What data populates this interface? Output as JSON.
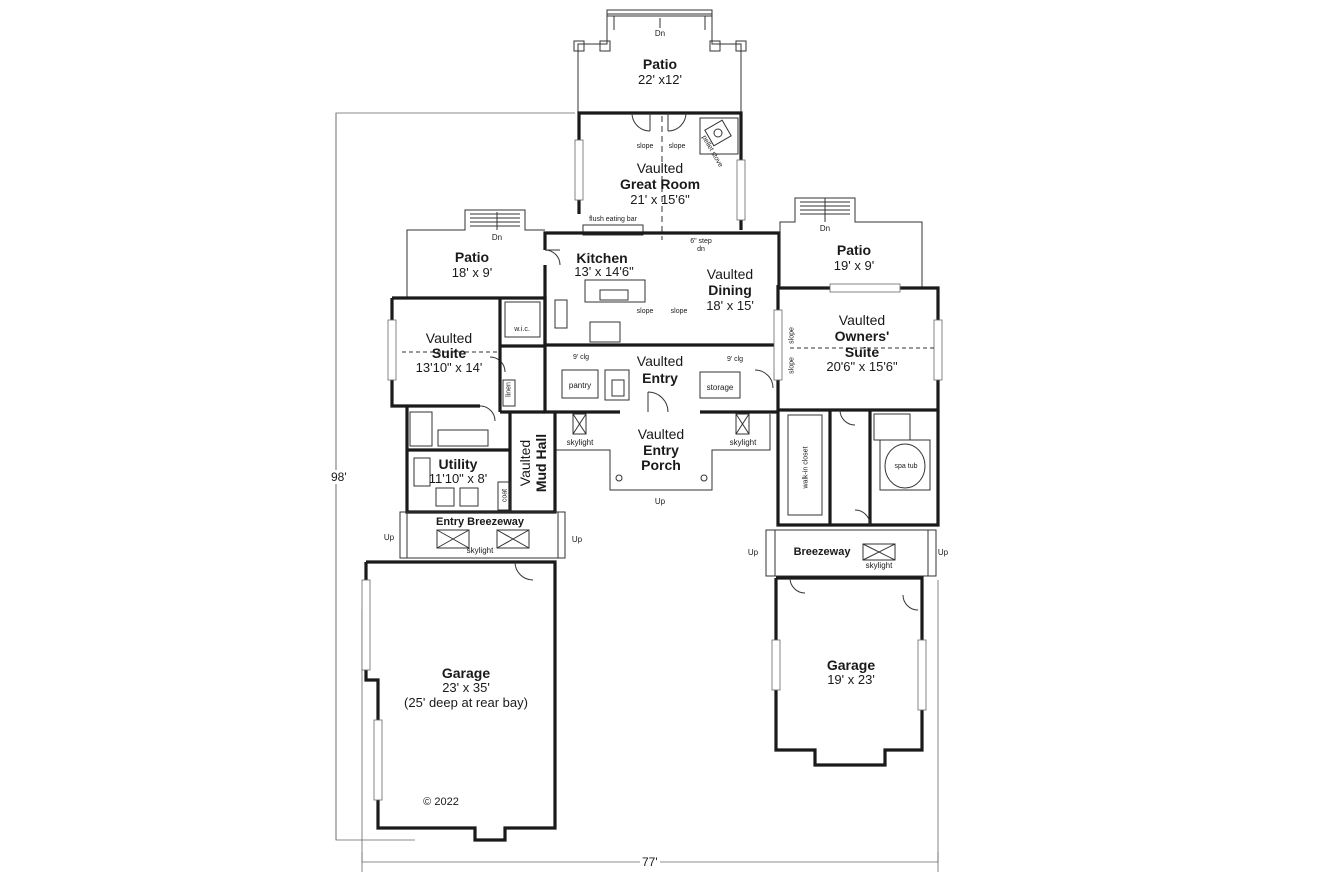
{
  "plan": {
    "overall_depth": "98'",
    "overall_width": "77'",
    "copyright": "© 2022",
    "rooms": {
      "rear_patio": {
        "title": "Patio",
        "dims": "22' x12'"
      },
      "great_room": {
        "prefix": "Vaulted",
        "title": "Great Room",
        "dims": "21' x 15'6\""
      },
      "left_patio": {
        "title": "Patio",
        "dims": "18' x 9'"
      },
      "kitchen": {
        "title": "Kitchen",
        "dims": "13' x 14'6\""
      },
      "dining": {
        "prefix": "Vaulted",
        "title": "Dining",
        "dims": "18' x 15'"
      },
      "right_patio": {
        "title": "Patio",
        "dims": "19' x 9'"
      },
      "suite": {
        "prefix": "Vaulted",
        "title": "Suite",
        "dims": "13'10\" x 14'"
      },
      "entry": {
        "prefix": "Vaulted",
        "title": "Entry"
      },
      "owners_suite": {
        "prefix": "Vaulted",
        "title": "Owners'",
        "title2": "Suite",
        "dims": "20'6\" x 15'6\""
      },
      "entry_porch": {
        "prefix": "Vaulted",
        "title": "Entry",
        "title2": "Porch"
      },
      "utility": {
        "title": "Utility",
        "dims": "11'10\" x 8'"
      },
      "mud_hall": {
        "prefix": "Vaulted",
        "title": "Mud Hall"
      },
      "garage_left": {
        "title": "Garage",
        "dims": "23' x 35'",
        "note": "(25' deep at rear bay)"
      },
      "garage_right": {
        "title": "Garage",
        "dims": "19' x 23'"
      }
    },
    "labels": {
      "dn_rear": "Dn",
      "dn_left": "Dn",
      "dn_right": "Dn",
      "up_porch": "Up",
      "up_breeze_left_a": "Up",
      "up_breeze_left_b": "Up",
      "up_breeze_right_a": "Up",
      "up_breeze_right_b": "Up",
      "slope_1": "slope",
      "slope_2": "slope",
      "slope_3": "slope",
      "slope_4": "slope",
      "slope_5": "slope",
      "slope_6": "slope",
      "pellet_stove": "pellet stove",
      "flush_eating_bar": "flush eating bar",
      "step_dn": "6\" step",
      "step_dn2": "dn",
      "wic": "w.i.c.",
      "clg_left": "9' clg",
      "clg_right": "9' clg",
      "pantry": "pantry",
      "storage": "storage",
      "linen": "linen",
      "coat": "coat",
      "skylight_porch_left": "skylight",
      "skylight_porch_right": "skylight",
      "skylight_entry_breezeway": "skylight",
      "skylight_breezeway": "skylight",
      "walk_in_closet": "walk-in closet",
      "spa_tub": "spa tub",
      "entry_breezeway": "Entry Breezeway",
      "breezeway": "Breezeway"
    }
  }
}
